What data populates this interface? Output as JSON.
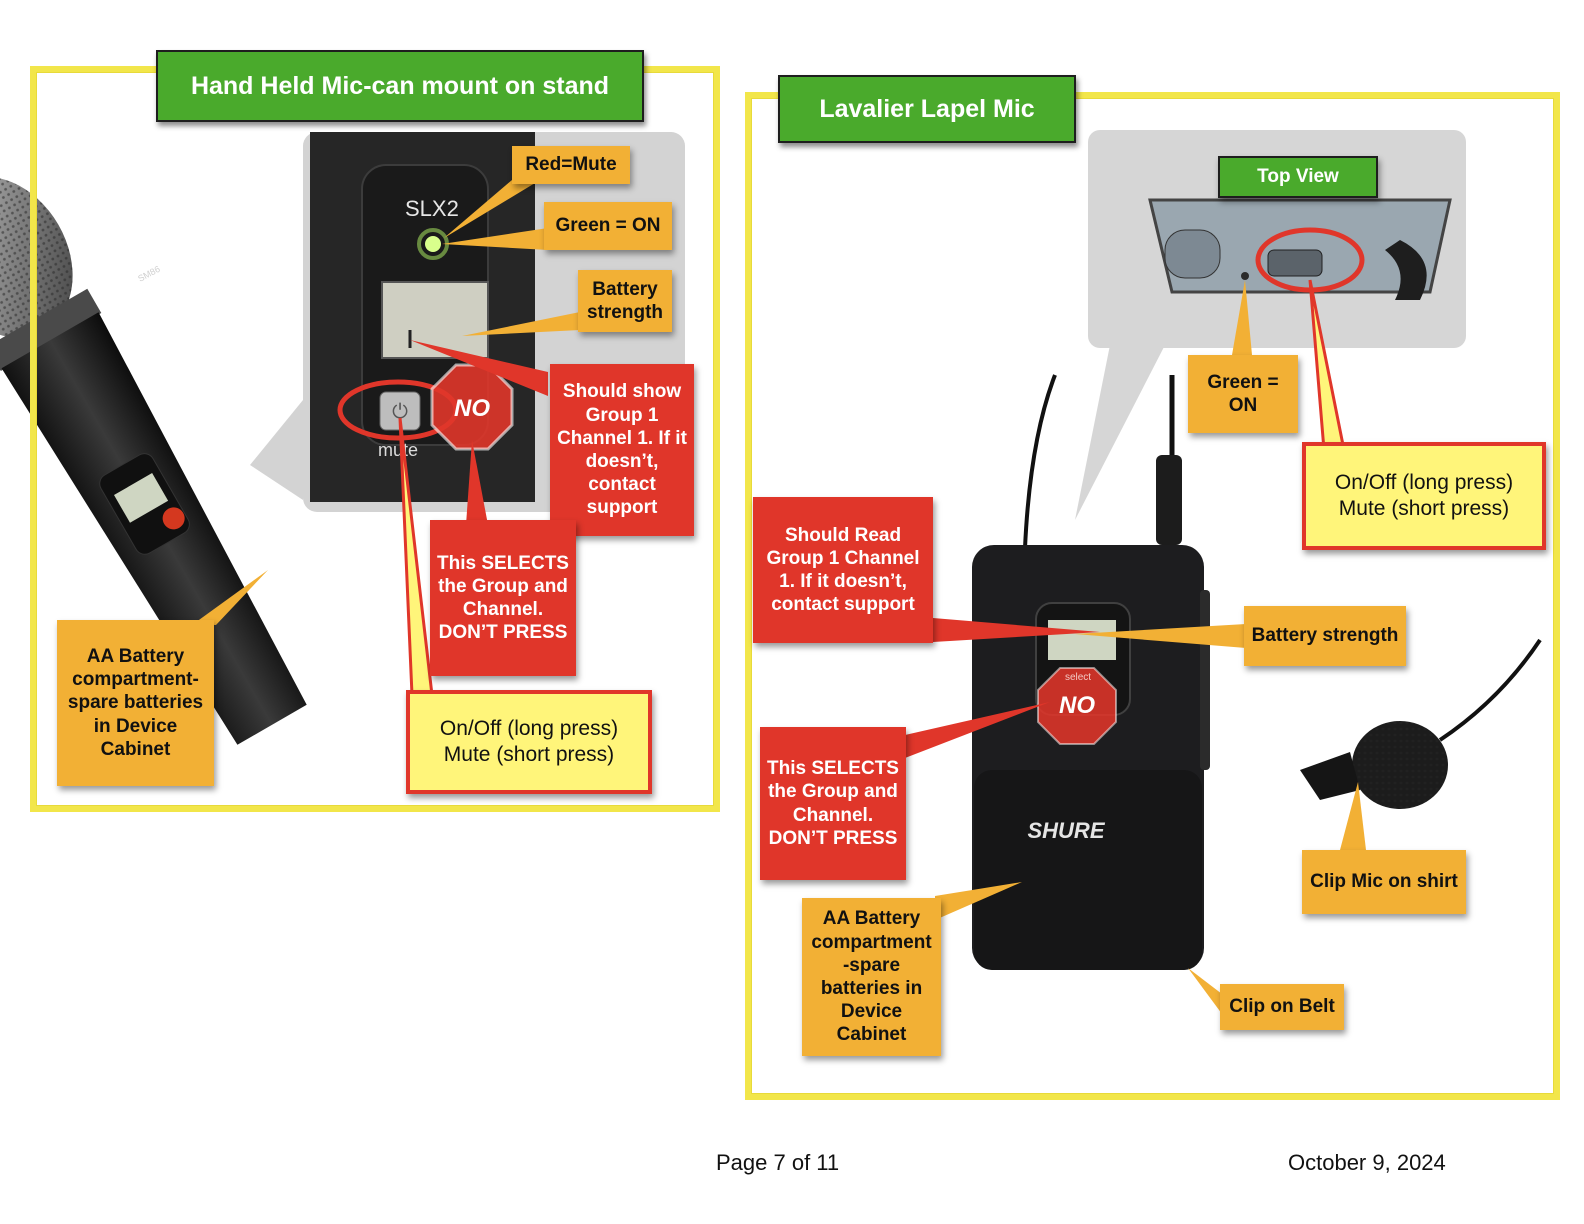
{
  "left_panel": {
    "title": "Hand Held Mic-can mount on stand",
    "device_text": "SLX2",
    "mute_text": "mute",
    "model_text": "SM86",
    "callouts": {
      "red_mute": "Red=Mute",
      "green_on": "Green = ON",
      "battery_strength": "Battery strength",
      "should_show": "Should show Group 1 Channel 1. If it doesn’t, contact support",
      "selects": "This SELECTS the Group and Channel. DON’T PRESS",
      "on_off": "On/Off (long press)",
      "mute_short": "Mute (short press)",
      "battery_compartment": "AA Battery compartment-spare batteries in Device Cabinet",
      "no_sign": "NO"
    }
  },
  "right_panel": {
    "title": "Lavalier Lapel Mic",
    "top_view_label": "Top View",
    "brand_text": "SHURE",
    "select_text": "select",
    "callouts": {
      "green_on": "Green = ON",
      "on_off": "On/Off (long press)",
      "mute_short": "Mute (short press)",
      "should_read": "Should Read Group 1 Channel 1. If it doesn’t, contact support",
      "battery_strength": "Battery strength",
      "selects": "This SELECTS the Group and Channel. DON’T PRESS",
      "clip_mic": "Clip Mic on shirt",
      "battery_compartment": "AA Battery compartment -spare batteries in Device Cabinet",
      "clip_belt": "Clip on Belt",
      "no_sign": "NO"
    }
  },
  "footer": {
    "page": "Page 7 of 11",
    "date": "October 9, 2024"
  },
  "colors": {
    "title_green": "#4aaa2c",
    "callout_orange": "#f2b035",
    "callout_red": "#e0362a",
    "callout_yellow": "#fff57a",
    "frame_yellow": "#f2e64a"
  }
}
